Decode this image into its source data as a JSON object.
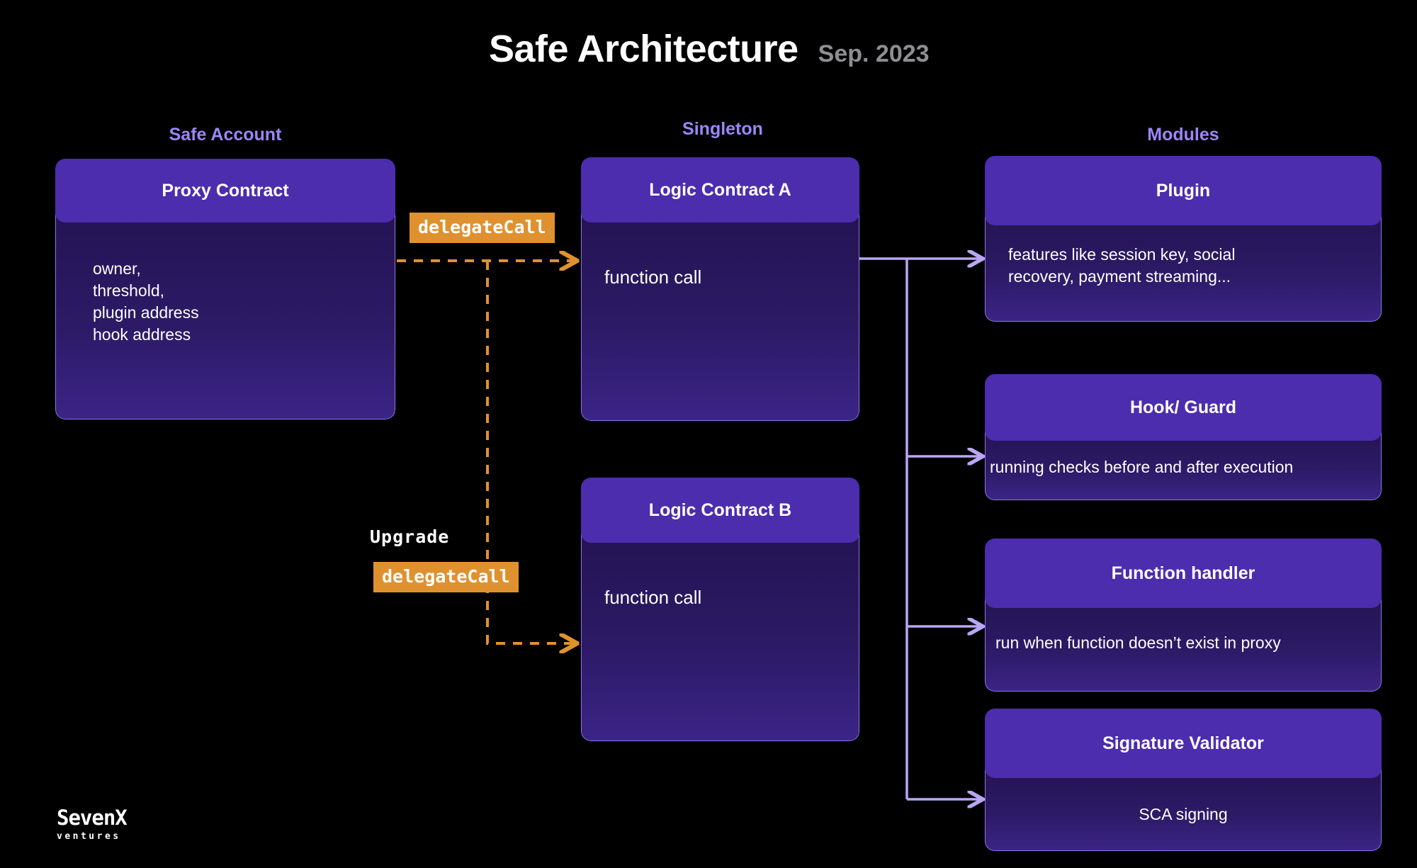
{
  "header": {
    "title": "Safe Architecture",
    "date": "Sep. 2023"
  },
  "columns": {
    "safe_account": "Safe Account",
    "singleton": "Singleton",
    "modules": "Modules"
  },
  "cards": {
    "proxy_contract": {
      "title": "Proxy Contract",
      "body": "owner,\nthreshold,\nplugin address\nhook address"
    },
    "logic_contract_a": {
      "title": "Logic Contract A",
      "body": "function call"
    },
    "logic_contract_b": {
      "title": "Logic Contract B",
      "body": "function call"
    },
    "plugin": {
      "title": "Plugin",
      "body": "features like session key, social\nrecovery, payment streaming..."
    },
    "hook_guard": {
      "title": "Hook/ Guard",
      "body": "running checks before and after execution"
    },
    "function_handler": {
      "title": "Function handler",
      "body": "run when function doesn’t exist in proxy"
    },
    "signature_validator": {
      "title": "Signature Validator",
      "body": "SCA signing"
    }
  },
  "edges": {
    "delegate_call_top": "delegateCall",
    "upgrade_label": "Upgrade",
    "delegate_call_upgrade": "delegateCall"
  },
  "logo": {
    "name": "SevenX",
    "tagline": "ventures"
  },
  "colors": {
    "background": "#000000",
    "card_header": "#4b2dad",
    "card_body_top": "#241453",
    "card_body_bottom": "#3b2486",
    "card_border": "#8e76e8",
    "accent_heading": "#9d86f7",
    "badge_orange": "#e0912f",
    "connector_purple": "#b9a6f5",
    "title_white": "#ffffff",
    "date_gray": "#8e8e93"
  }
}
